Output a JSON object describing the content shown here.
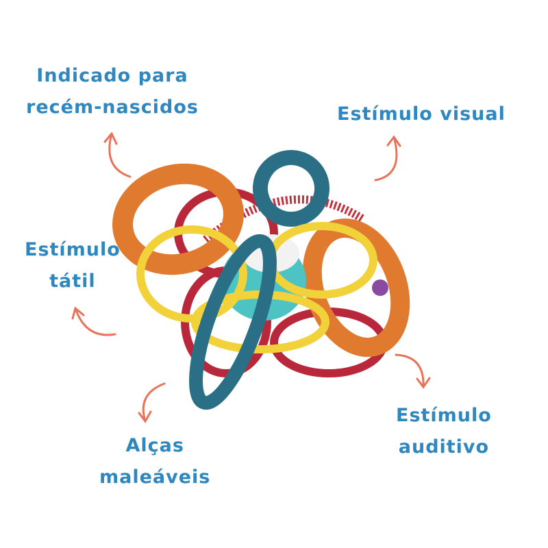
{
  "labels": {
    "newborn": [
      "Indicado para",
      "recém-nascidos"
    ],
    "visual": [
      "Estímulo visual"
    ],
    "tactile": [
      "Estímulo",
      "tátil"
    ],
    "handles": [
      "Alças",
      "maleáveis"
    ],
    "auditory": [
      "Estímulo",
      "auditivo"
    ]
  },
  "colors": {
    "text": "#2f87c0",
    "arrow": "#e8735a",
    "orange": "#e07a2e",
    "yellow": "#f2d23a",
    "red": "#b8283a",
    "teal": "#2b6f86",
    "aqua": "#4ec3c4"
  }
}
